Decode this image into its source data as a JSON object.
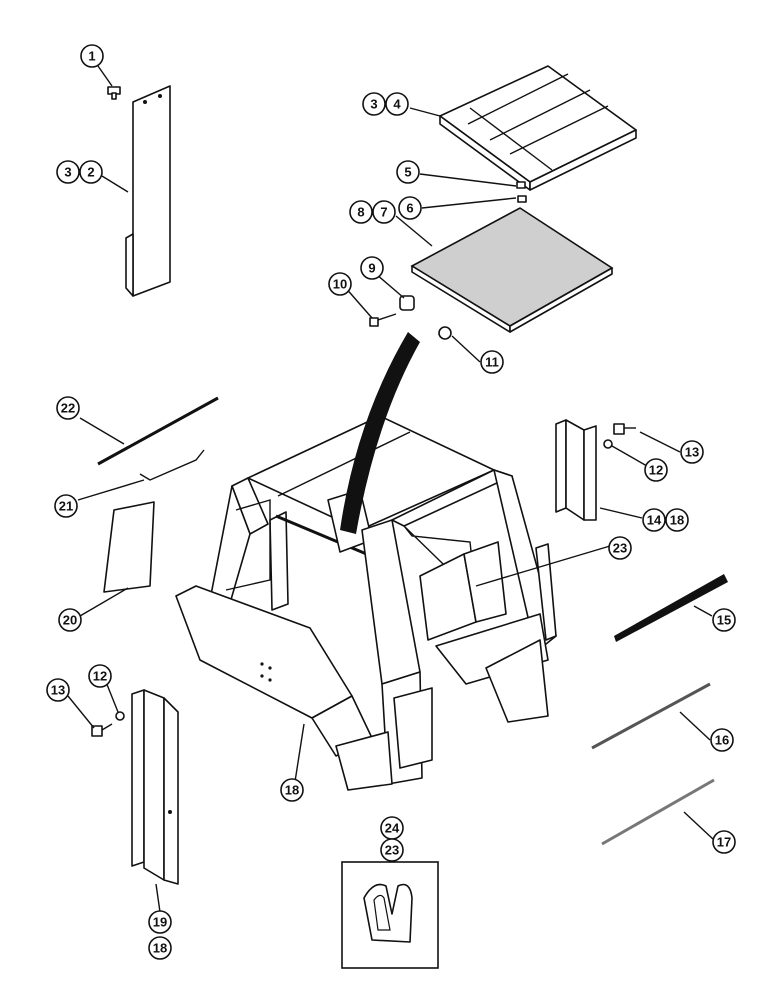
{
  "callouts": {
    "c1": "1",
    "c2": "2",
    "c3a": "3",
    "c3b": "3",
    "c4": "4",
    "c5": "5",
    "c6": "6",
    "c7": "7",
    "c8": "8",
    "c9": "9",
    "c10": "10",
    "c11": "11",
    "c12a": "12",
    "c12b": "12",
    "c13a": "13",
    "c13b": "13",
    "c14": "14",
    "c15": "15",
    "c16": "16",
    "c17": "17",
    "c18a": "18",
    "c18b": "18",
    "c18c": "18",
    "c19": "19",
    "c20": "20",
    "c21": "21",
    "c22": "22",
    "c23a": "23",
    "c23b": "23",
    "c24": "24"
  }
}
